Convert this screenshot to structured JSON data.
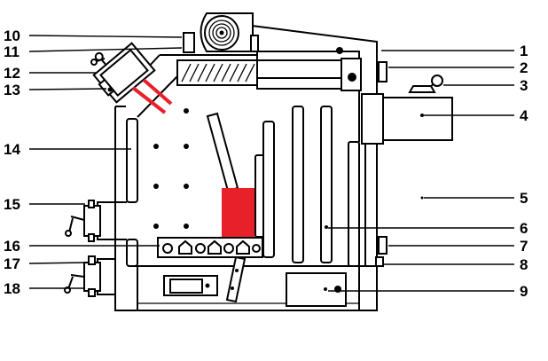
{
  "diagram": {
    "callouts": [
      "1",
      "2",
      "3",
      "4",
      "5",
      "6",
      "7",
      "8",
      "9",
      "10",
      "11",
      "12",
      "13",
      "14",
      "15",
      "16",
      "17",
      "18"
    ],
    "colors": {
      "line": "#000000",
      "highlight": "#e8202a",
      "background": "#ffffff"
    }
  }
}
